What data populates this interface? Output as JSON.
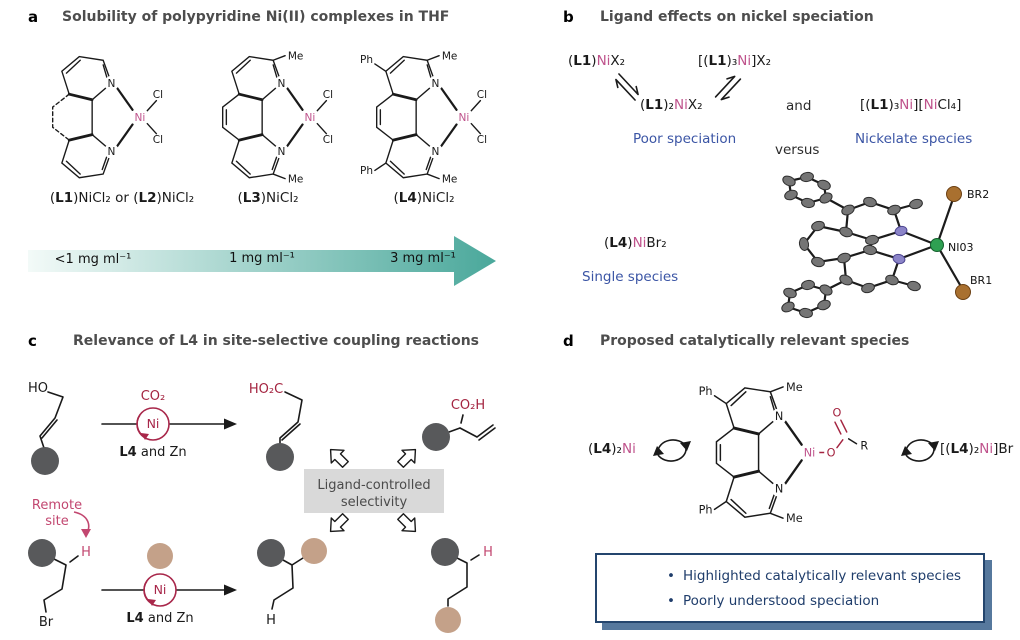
{
  "panels": {
    "a": {
      "letter": "a",
      "title": "Solubility of polypyridine Ni(II) complexes in THF"
    },
    "b": {
      "letter": "b",
      "title": "Ligand effects on nickel speciation"
    },
    "c": {
      "letter": "c",
      "title": "Relevance of L4 in site-selective coupling reactions"
    },
    "d": {
      "letter": "d",
      "title": "Proposed catalytically relevant species"
    }
  },
  "atoms": {
    "n": "N",
    "ni": "Ni",
    "cl": "Cl",
    "me": "Me",
    "ph": "Ph",
    "ho": "HO",
    "br": "Br",
    "h": "H",
    "o": "O",
    "r": "R",
    "co2": "CO₂",
    "ho2c": "HO₂C",
    "co2h": "CO₂H"
  },
  "formulas": {
    "l1l2_nicl2": [
      [
        "(",
        0
      ],
      [
        "L1",
        1
      ],
      [
        ")NiCl₂ or (",
        0
      ],
      [
        "L2",
        1
      ],
      [
        ")NiCl₂",
        0
      ]
    ],
    "l3_nicl2": [
      [
        "(",
        0
      ],
      [
        "L3",
        1
      ],
      [
        ")NiCl₂",
        0
      ]
    ],
    "l4_nicl2": [
      [
        "(",
        0
      ],
      [
        "L4",
        1
      ],
      [
        ")NiCl₂",
        0
      ]
    ],
    "l1_nix2": [
      [
        "(",
        0
      ],
      [
        "L1",
        1
      ],
      [
        ")",
        0
      ],
      [
        "Ni",
        2
      ],
      [
        "X₂",
        0
      ]
    ],
    "l1_3_nix2": [
      [
        "[(",
        0
      ],
      [
        "L1",
        1
      ],
      [
        ")₃",
        0
      ],
      [
        "Ni",
        2
      ],
      [
        "]X₂",
        0
      ]
    ],
    "l1_2_nix2": [
      [
        "(",
        0
      ],
      [
        "L1",
        1
      ],
      [
        ")₂",
        0
      ],
      [
        "Ni",
        2
      ],
      [
        "X₂",
        0
      ]
    ],
    "nickelate_salt": [
      [
        "[(",
        0
      ],
      [
        "L1",
        1
      ],
      [
        ")₃",
        0
      ],
      [
        "Ni",
        2
      ],
      [
        "][",
        0
      ],
      [
        "Ni",
        2
      ],
      [
        "Cl₄]",
        0
      ]
    ],
    "l4_nibr2": [
      [
        "(",
        0
      ],
      [
        "L4",
        1
      ],
      [
        ")",
        0
      ],
      [
        "Ni",
        2
      ],
      [
        "Br₂",
        0
      ]
    ],
    "l4_2_ni": [
      [
        "(",
        0
      ],
      [
        "L4",
        1
      ],
      [
        ")₂",
        0
      ],
      [
        "Ni",
        2
      ]
    ],
    "l4_2_ni_br": [
      [
        "[(",
        0
      ],
      [
        "L4",
        1
      ],
      [
        ")₂",
        0
      ],
      [
        "Ni",
        2
      ],
      [
        "]Br",
        0
      ]
    ],
    "l4_zn": [
      [
        "L4",
        1
      ],
      [
        " and Zn",
        0
      ]
    ]
  },
  "panel_a": {
    "solubility": [
      "<1 mg ml⁻¹",
      "1 mg ml⁻¹",
      "3 mg ml⁻¹"
    ]
  },
  "panel_b": {
    "poor_speciation": "Poor speciation",
    "and": "and",
    "versus": "versus",
    "nickelate_species": "Nickelate species",
    "single_species": "Single species",
    "crystal": {
      "br2": "BR2",
      "ni03": "NI03",
      "br1": "BR1"
    }
  },
  "panel_c": {
    "remote_line1": "Remote",
    "remote_line2": "site",
    "box_line1": "Ligand-controlled",
    "box_line2": "selectivity"
  },
  "panel_d": {
    "bullet": "•",
    "legend": [
      "Highlighted catalytically relevant species",
      "Poorly understood speciation"
    ]
  },
  "colors": {
    "nickel_pink": "#bf538c",
    "dark_red": "#a42440",
    "remote_pink": "#c24770",
    "label_blue": "#3b55a5",
    "legend_navy": "#1f3d6b",
    "teal_arrow": "#4aa89b",
    "gray_ball": "#58595b",
    "tan_ball": "#c4a189",
    "selectivity_box": "#d9d9d9",
    "legend_border": "#24456d",
    "legend_shadow": "#56789d",
    "ortep_carbon": "#757575",
    "ortep_nitrogen": "#8b84c8",
    "ortep_nickel": "#2fa052",
    "ortep_bromine": "#a9702f"
  }
}
